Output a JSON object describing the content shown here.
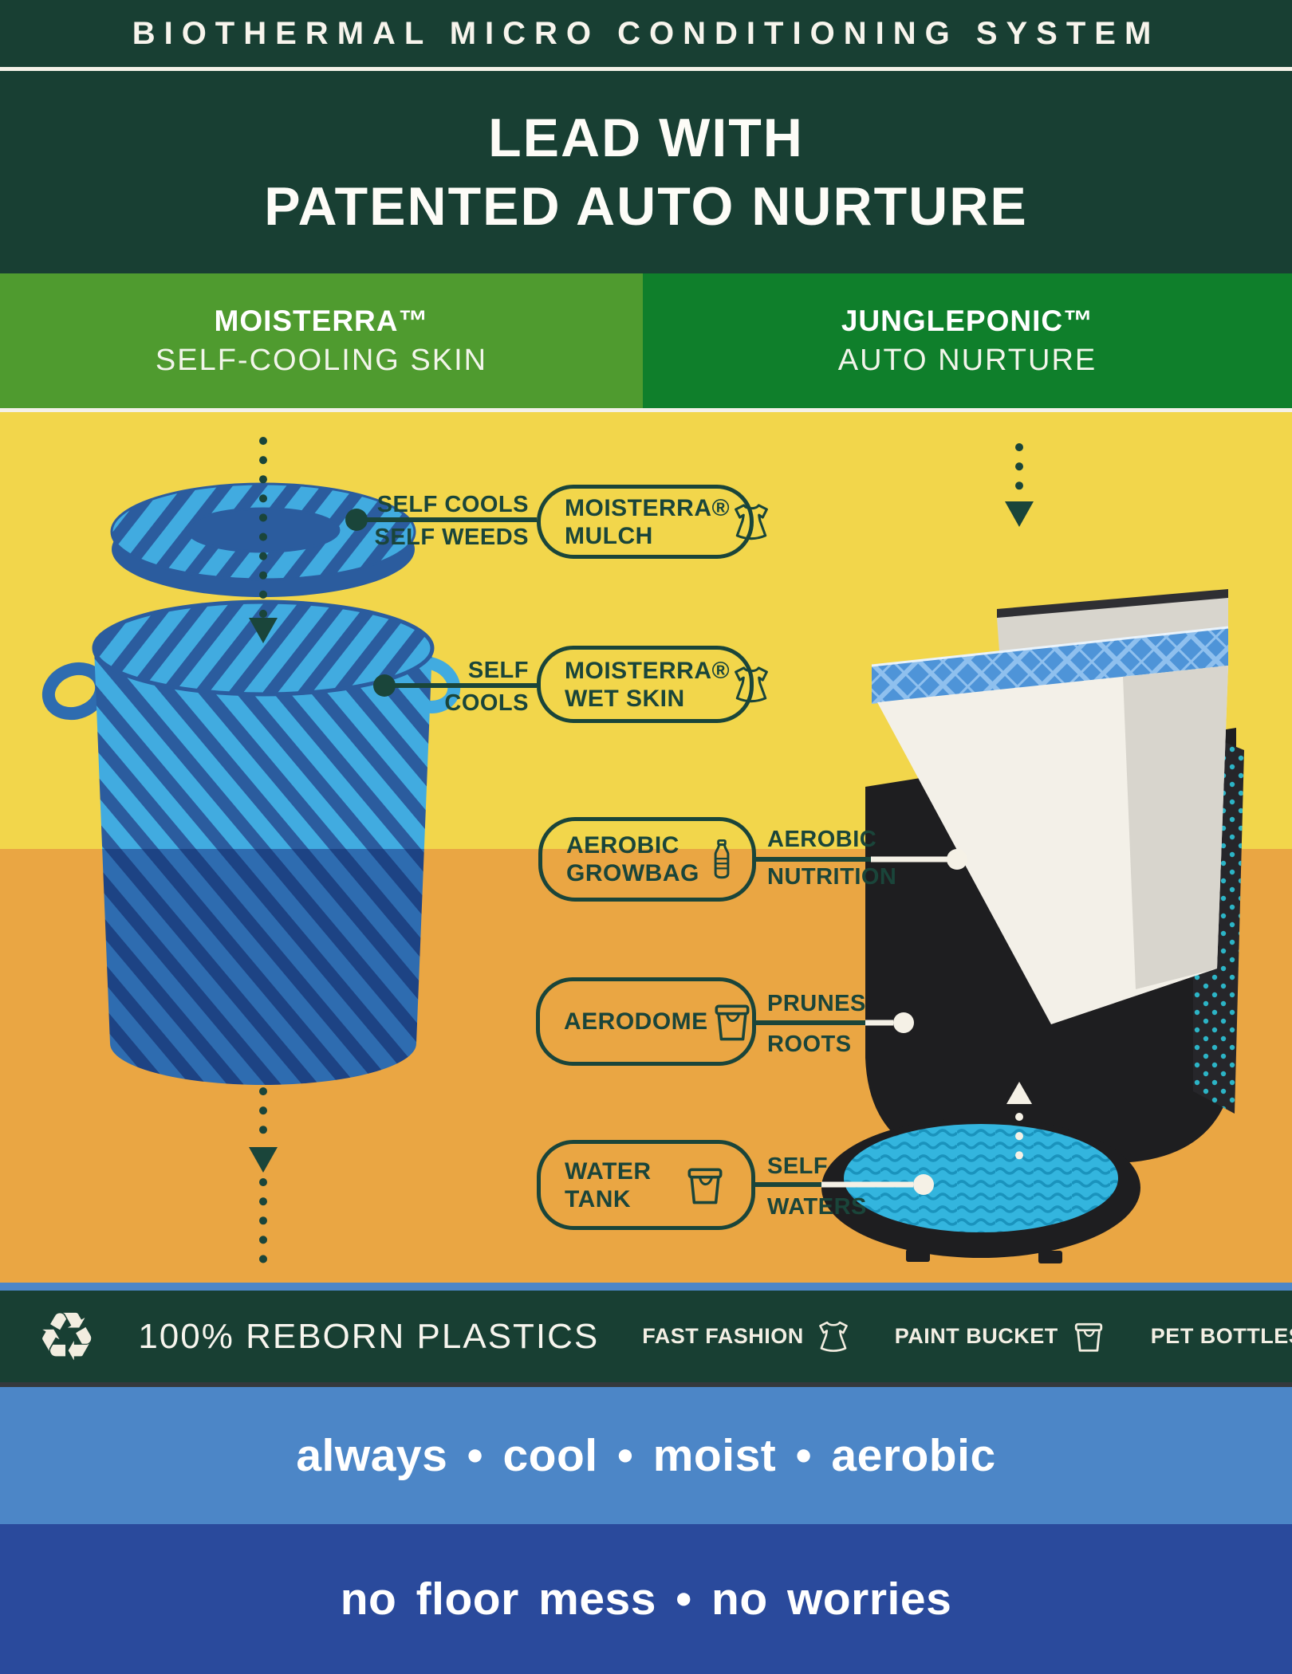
{
  "top_bar": {
    "title": "BIOTHERMAL MICRO CONDITIONING SYSTEM"
  },
  "headline": {
    "line1": "LEAD WITH",
    "line2": "PATENTED AUTO NURTURE"
  },
  "brand_bars": {
    "left": {
      "name": "MOISTERRA™",
      "tagline": "SELF-COOLING SKIN"
    },
    "right": {
      "name": "JUNGLEPONIC™",
      "tagline": "AUTO NURTURE"
    }
  },
  "diagram": {
    "callouts": [
      {
        "line1": "MOISTERRA®",
        "line2": "MULCH",
        "icon": "dress-icon",
        "note_top": "SELF COOLS",
        "note_bottom": "SELF WEEDS"
      },
      {
        "line1": "MOISTERRA®",
        "line2": "WET SKIN",
        "icon": "dress-icon",
        "note_top": "SELF",
        "note_bottom": "COOLS"
      },
      {
        "line1": "AEROBIC",
        "line2": "GROWBAG",
        "icon": "bottle-icon",
        "note_top": "AEROBIC",
        "note_bottom": "NUTRITION"
      },
      {
        "line1": "AERODOME",
        "line2": "",
        "icon": "bucket-icon",
        "note_top": "PRUNES",
        "note_bottom": "ROOTS"
      },
      {
        "line1": "WATER",
        "line2": "TANK",
        "icon": "bucket-icon",
        "note_top": "SELF",
        "note_bottom": "WATERS"
      }
    ]
  },
  "recycle_bar": {
    "headline": "100% REBORN PLASTICS",
    "recycle_icon": "recycle-icon",
    "items": [
      {
        "label": "FAST FASHION",
        "icon": "dress-icon"
      },
      {
        "label": "PAINT BUCKET",
        "icon": "bucket-icon"
      },
      {
        "label": "PET BOTTLES",
        "icon": "bottle-icon"
      }
    ]
  },
  "footer": {
    "line1": "always  •  cool  •  moist  •  aerobic",
    "line2": "no floor mess • no worries"
  },
  "colors": {
    "dark_green": "#183f33",
    "leaf_green": "#4f9b2f",
    "kelly_green": "#0f7f2b",
    "yellow": "#f2d64b",
    "orange": "#eaa643",
    "sky_blue": "#4c86c7",
    "navy": "#2a4a9c",
    "ink_green": "#1a453a",
    "cream": "#f2ede0",
    "rope_light": "#41abe0",
    "rope_dark": "#2b5c9e",
    "water": "#33b5de"
  }
}
